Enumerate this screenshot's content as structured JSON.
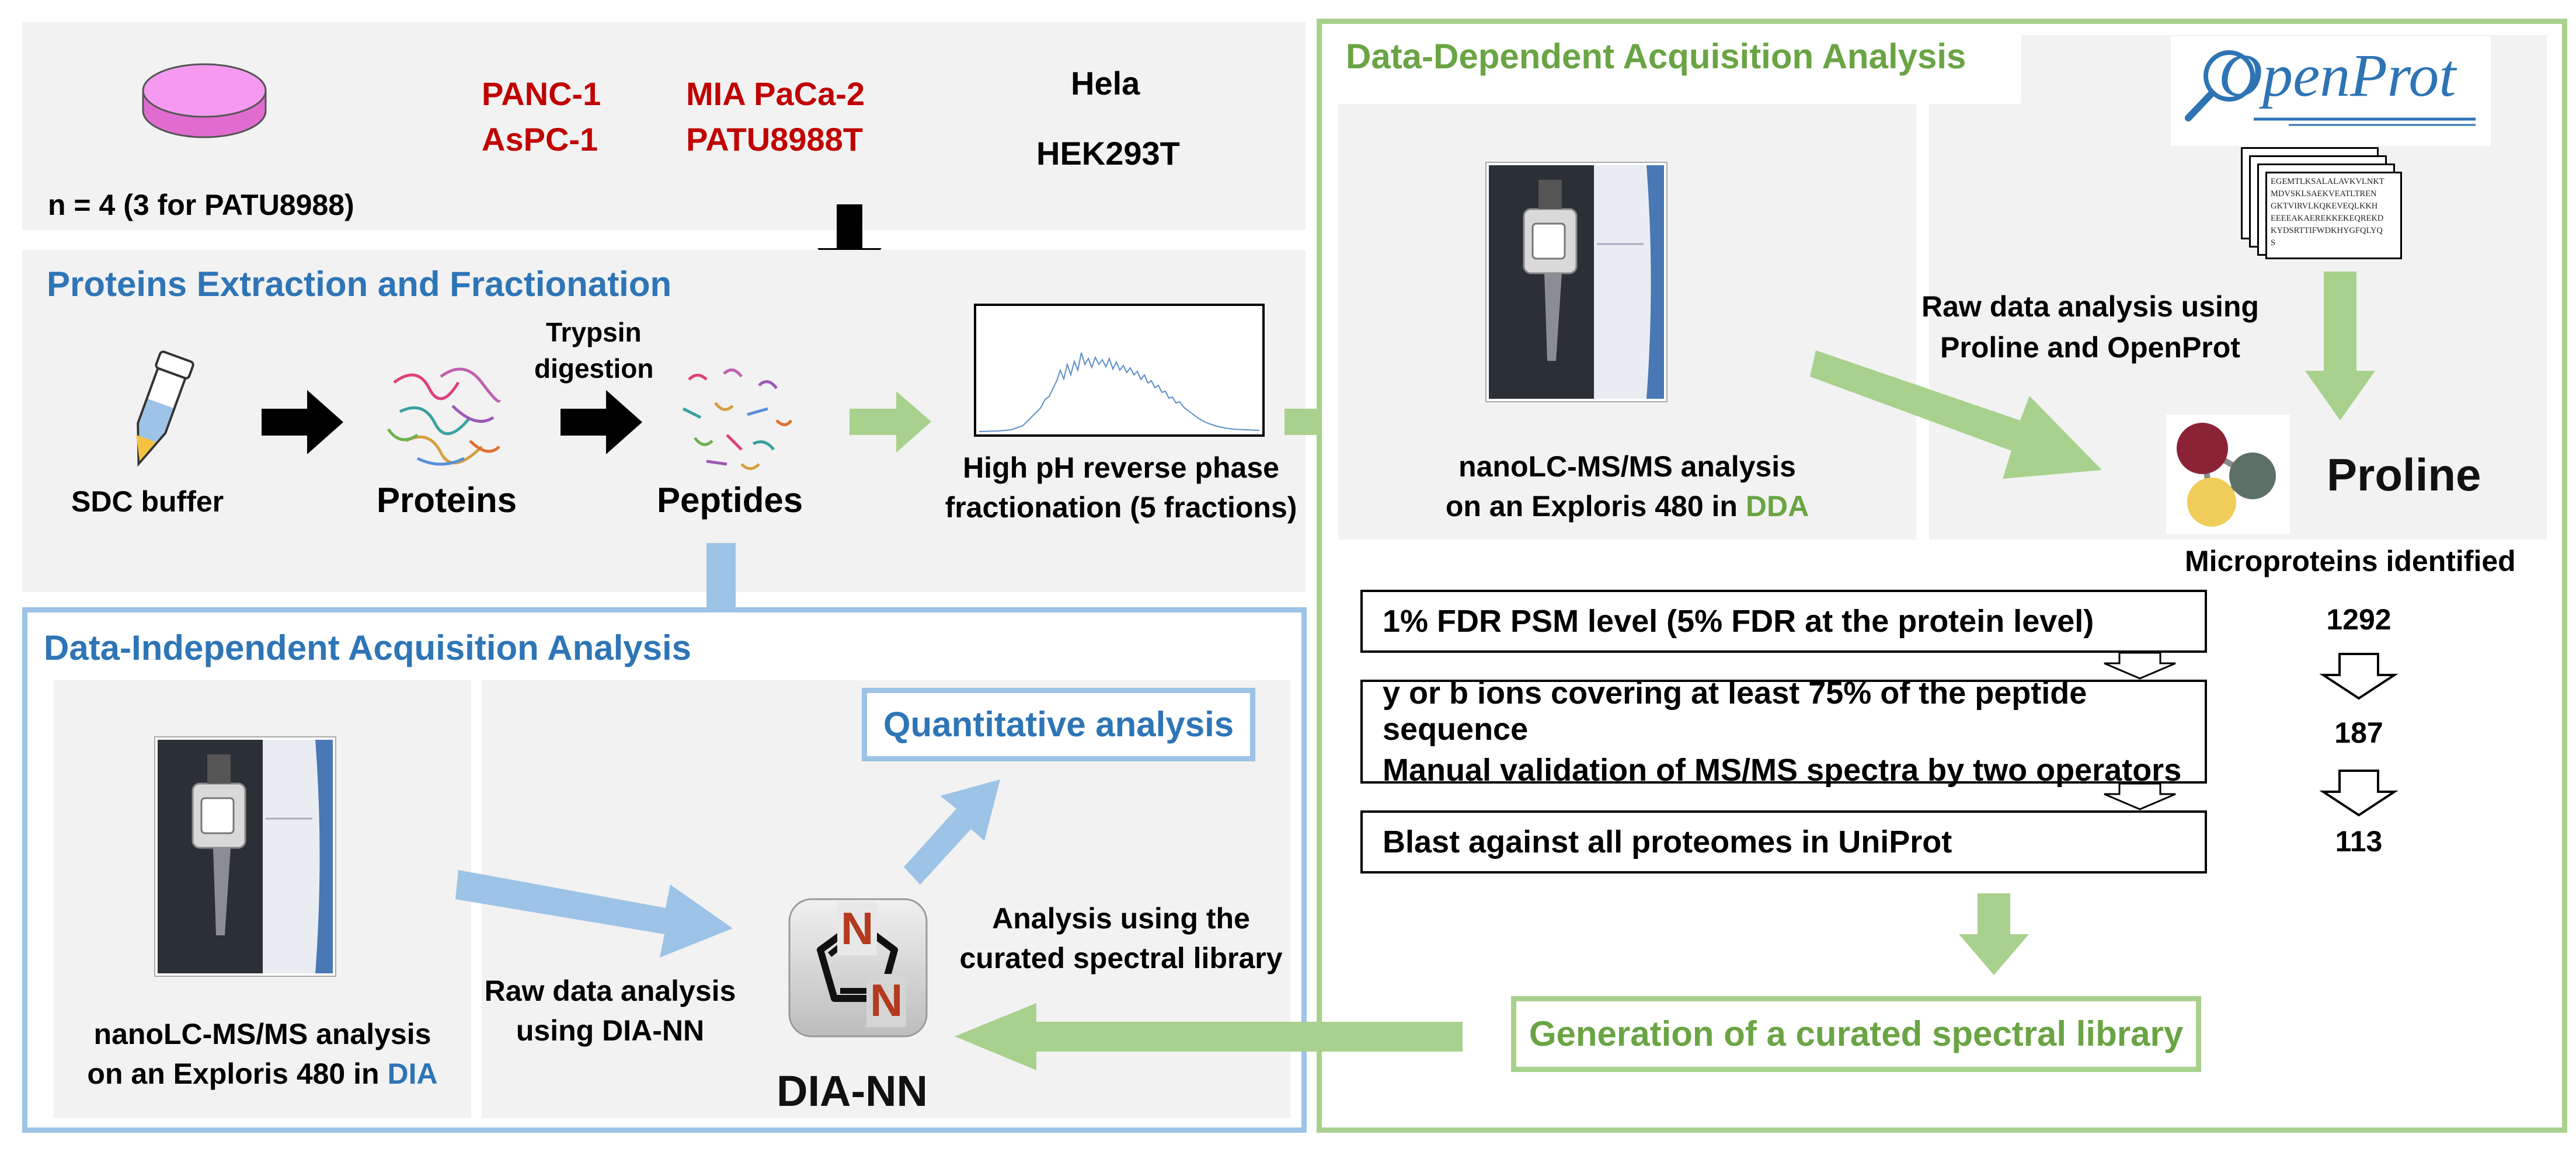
{
  "samples": {
    "n_label": "n = 4 (3 for PATU8988)",
    "lines_col1": [
      "PANC-1",
      "AsPC-1"
    ],
    "lines_col2": [
      "MIA PaCa-2",
      "PATU8988T"
    ],
    "control_1": "Hela",
    "control_2": "HEK293T"
  },
  "extraction": {
    "title": "Proteins Extraction and Fractionation",
    "sdc": "SDC buffer",
    "proteins": "Proteins",
    "trypsin_1": "Trypsin",
    "trypsin_2": "digestion",
    "peptides": "Peptides",
    "fractionation_1": "High pH reverse phase",
    "fractionation_2": "fractionation (5 fractions)"
  },
  "dda": {
    "title": "Data-Dependent Acquisition Analysis",
    "instrument_1": "nanoLC-MS/MS analysis",
    "instrument_2_prefix": "on an Exploris 480 in ",
    "instrument_2_mode": "DDA",
    "raw_1": "Raw data analysis using",
    "raw_2": "Proline and OpenProt",
    "openprot_logo": "OpenProt",
    "proline": "Proline",
    "micro_header": "Microproteins identified",
    "filters": [
      {
        "lines": [
          "1% FDR PSM level (5% FDR at the protein level)"
        ],
        "count": "1292"
      },
      {
        "lines": [
          "y or b ions covering at least 75% of the peptide sequence",
          "Manual validation of MS/MS spectra by two operators"
        ],
        "count": "187"
      },
      {
        "lines": [
          "Blast against all proteomes in UniProt"
        ],
        "count": "113"
      }
    ],
    "library": "Generation of a curated spectral library"
  },
  "dia": {
    "title": "Data-Independent Acquisition Analysis",
    "instrument_1": "nanoLC-MS/MS analysis",
    "instrument_2_prefix": "on an Exploris 480 in ",
    "instrument_2_mode": "DIA",
    "raw_1": "Raw data analysis",
    "raw_2": "using DIA-NN",
    "quant": "Quantitative analysis",
    "library_use_1": "Analysis using the",
    "library_use_2": "curated spectral library",
    "dianm": "DIA-NN",
    "logo_letter_top": "N",
    "logo_letter_bottom": "N"
  },
  "sequence_snippet": {
    "lines": [
      "EGEMTLKSALALAVKVLNKT",
      "MDVSKLSAEKVEATLTREN",
      "GKTVIRVLKQKEVEQLKKH",
      "EEEEAKAEREKKEKEQREKD",
      "KYDSRTTIFWDKHYGFQLYQ",
      "S"
    ]
  },
  "colors": {
    "red": "#c00000",
    "blue": "#2e75b6",
    "green": "#6aa444",
    "light_blue": "#9dc3e6",
    "light_green": "#a9d18e",
    "panel_grey": "#f2f2f2"
  }
}
